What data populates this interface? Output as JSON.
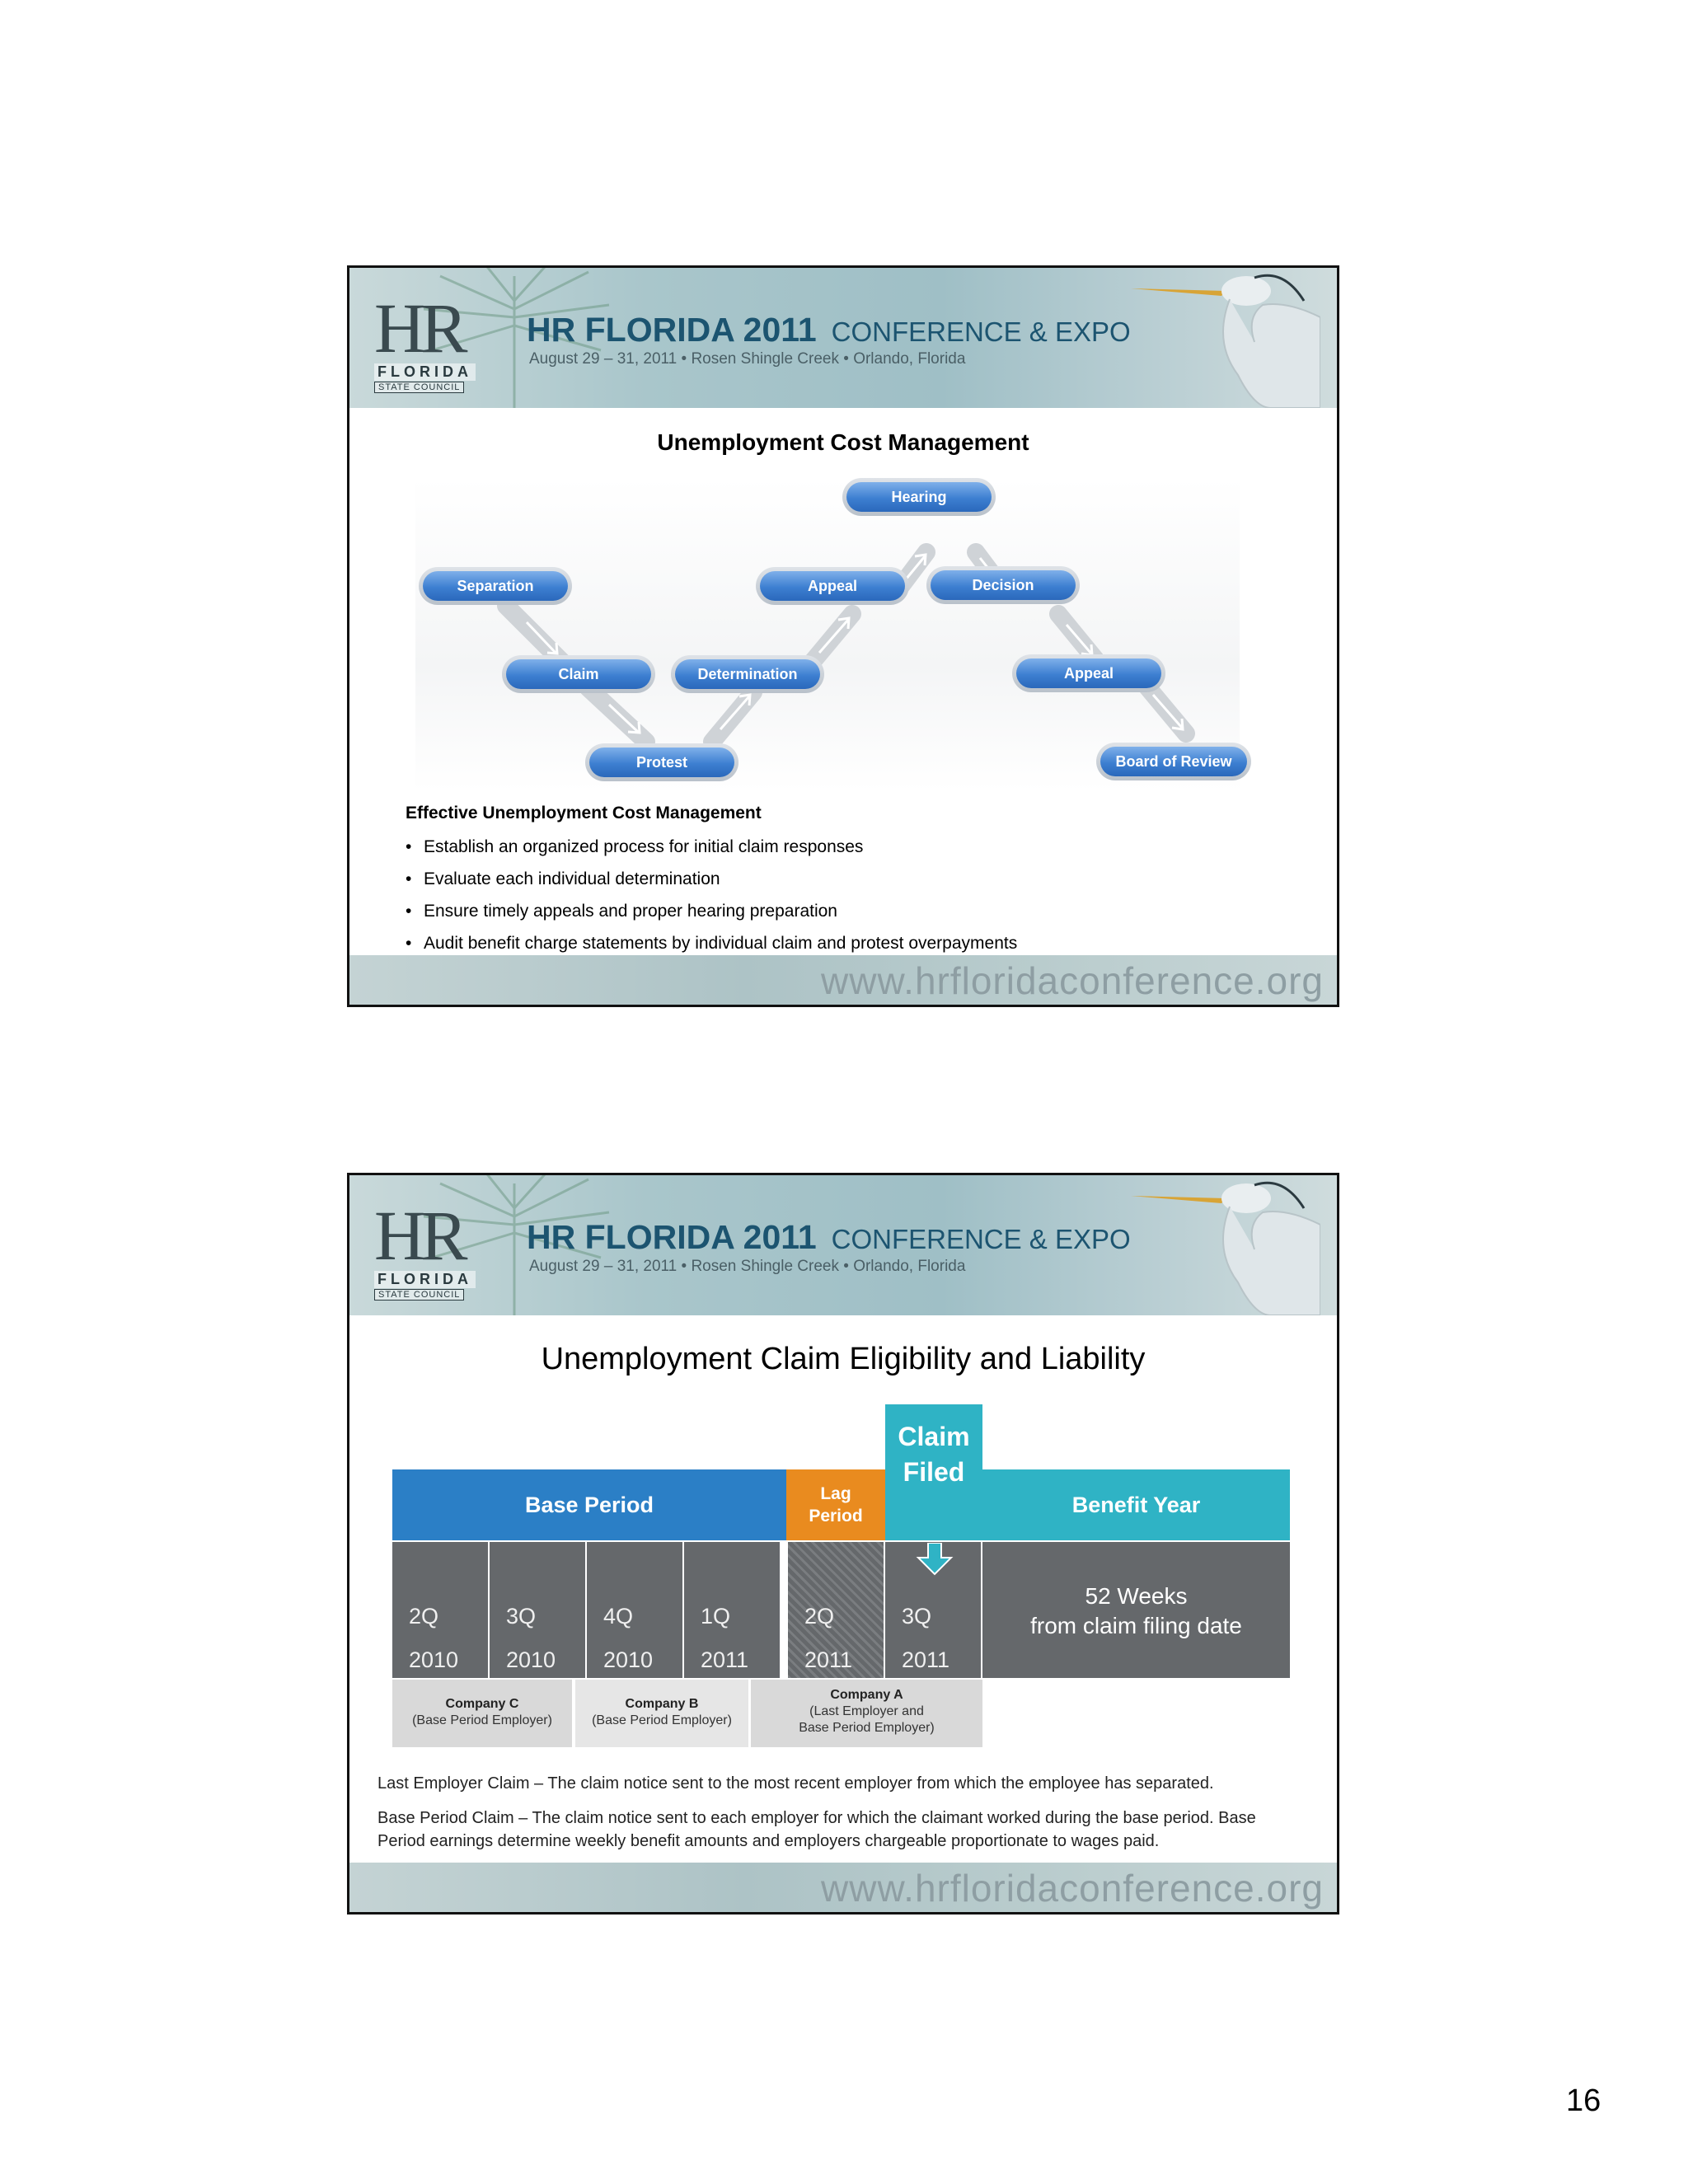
{
  "banner": {
    "logo_big": "HR",
    "logo_florida": "FLORIDA",
    "logo_council": "STATE COUNCIL",
    "title": "HR FLORIDA 2011",
    "title_suffix": "CONFERENCE & EXPO",
    "subtitle": "August 29 – 31, 2011  •  Rosen Shingle Creek  •  Orlando, Florida"
  },
  "footer": {
    "url": "www.hrfloridaconference.org"
  },
  "slide1": {
    "title": "Unemployment Cost Management",
    "flow": {
      "separation": "Separation",
      "claim": "Claim",
      "protest": "Protest",
      "determination": "Determination",
      "appeal1": "Appeal",
      "hearing": "Hearing",
      "decision": "Decision",
      "appeal2": "Appeal",
      "board": "Board of Review"
    },
    "heading": "Effective Unemployment Cost Management",
    "bullets": [
      "Establish an organized process for initial claim responses",
      "Evaluate each individual determination",
      "Ensure timely appeals and proper hearing preparation",
      "Audit benefit charge statements by individual claim and protest overpayments"
    ]
  },
  "slide2": {
    "title": "Unemployment Claim Eligibility and Liability",
    "base_period": "Base Period",
    "lag_period_1": "Lag",
    "lag_period_2": "Period",
    "claim_filed_1": "Claim",
    "claim_filed_2": "Filed",
    "benefit_year": "Benefit Year",
    "quarters": [
      {
        "q": "2Q",
        "y": "2010"
      },
      {
        "q": "3Q",
        "y": "2010"
      },
      {
        "q": "4Q",
        "y": "2010"
      },
      {
        "q": "1Q",
        "y": "2011"
      },
      {
        "q": "2Q",
        "y": "2011"
      },
      {
        "q": "3Q",
        "y": "2011"
      }
    ],
    "weeks_1": "52 Weeks",
    "weeks_2": "from claim filing date",
    "companies": [
      {
        "name": "Company C",
        "desc": "(Base Period Employer)"
      },
      {
        "name": "Company B",
        "desc": "(Base Period Employer)"
      },
      {
        "name": "Company A",
        "desc1": "(Last Employer and",
        "desc2": "Base Period Employer)"
      }
    ],
    "text1": "Last Employer Claim – The claim notice sent to the most recent employer from which the employee has separated.",
    "text2": "Base Period Claim – The claim notice sent to each employer for which the claimant worked during the base period. Base Period earnings determine weekly benefit amounts and employers chargeable proportionate to wages paid."
  },
  "page_number": "16"
}
